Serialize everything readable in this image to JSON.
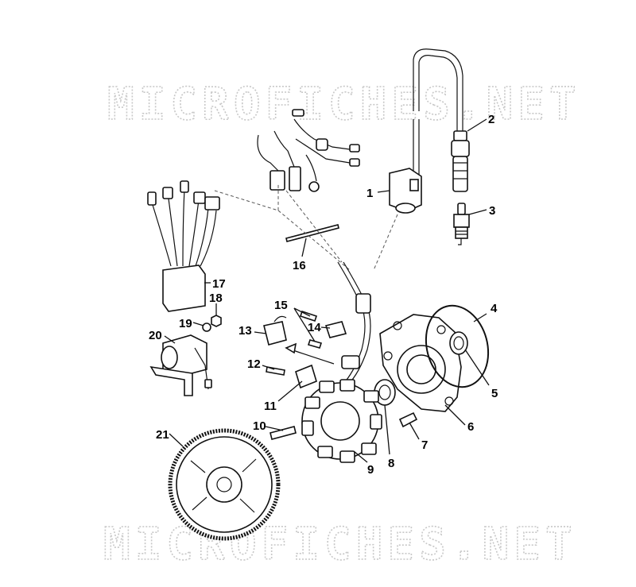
{
  "watermark": {
    "top": "MICROFICHES.NET",
    "bottom": "MICROFICHES.NET"
  },
  "callouts": [
    "1",
    "2",
    "3",
    "4",
    "5",
    "6",
    "7",
    "8",
    "9",
    "10",
    "11",
    "12",
    "13",
    "14",
    "15",
    "16",
    "17",
    "18",
    "19",
    "20",
    "21"
  ]
}
